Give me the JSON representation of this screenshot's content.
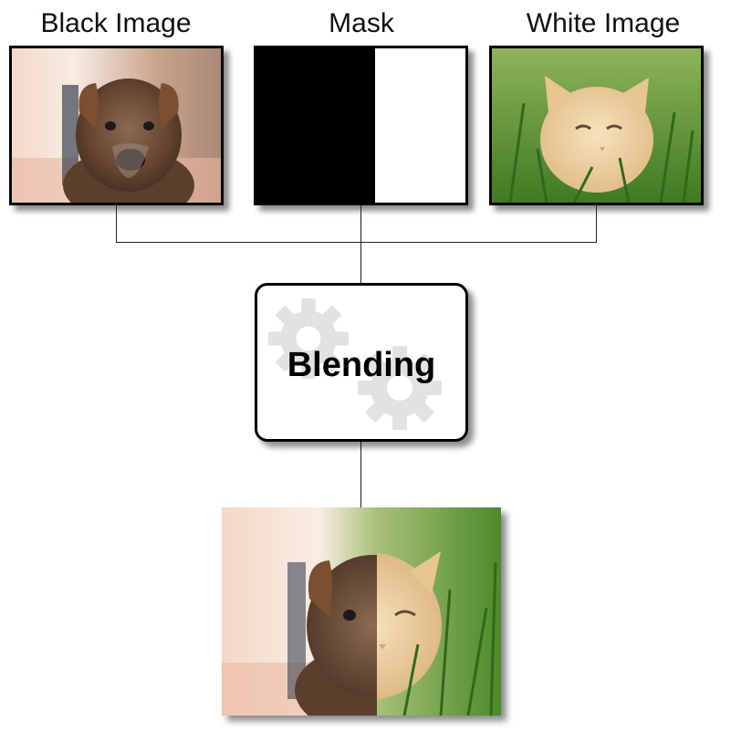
{
  "inputs": {
    "black_image": {
      "label": "Black Image",
      "subject": "puppy photo"
    },
    "mask": {
      "label": "Mask",
      "subject": "black-left white-right mask"
    },
    "white_image": {
      "label": "White Image",
      "subject": "kitten in grass photo"
    }
  },
  "process": {
    "label": "Blending",
    "icon": "gears-icon"
  },
  "output": {
    "subject": "blended puppy-kitten photo"
  },
  "colors": {
    "line": "#222222",
    "frame": "#000000",
    "gear": "#e2e2e2",
    "mask_black": "#000000",
    "mask_white": "#ffffff"
  }
}
